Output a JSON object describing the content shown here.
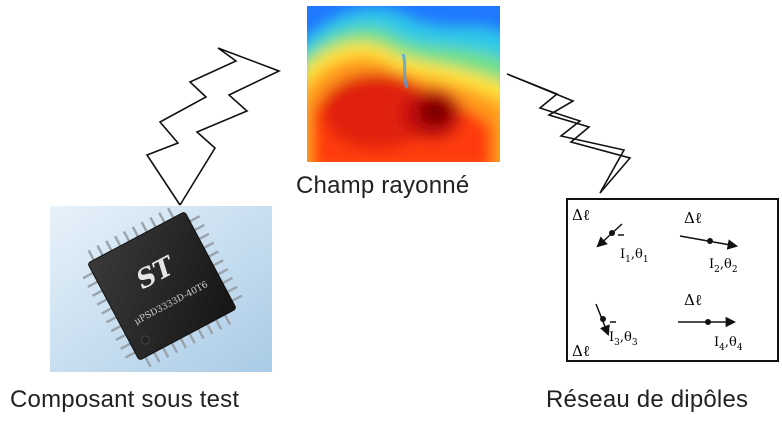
{
  "labels": {
    "field": "Champ rayonné",
    "component": "Composant sous test",
    "network": "Réseau de dipôles"
  },
  "chip": {
    "logo": "ST",
    "part_number": "μPSD3333D-40T6"
  },
  "dipoles": [
    {
      "delta": "Δℓ",
      "current": "I",
      "sub": "1",
      "angle": "θ",
      "angle_sub": "1"
    },
    {
      "delta": "Δℓ",
      "current": "I",
      "sub": "2",
      "angle": "θ",
      "angle_sub": "2"
    },
    {
      "delta": "Δℓ",
      "current": "I",
      "sub": "3",
      "angle": "θ",
      "angle_sub": "3"
    },
    {
      "delta": "Δℓ",
      "current": "I",
      "sub": "4",
      "angle": "θ",
      "angle_sub": "4"
    }
  ],
  "colors": {
    "heat_low": "#2f6cf0",
    "heat_high": "#8b0000",
    "chip_body": "#2a2a2a",
    "chip_bg": "#cfe3f3"
  }
}
